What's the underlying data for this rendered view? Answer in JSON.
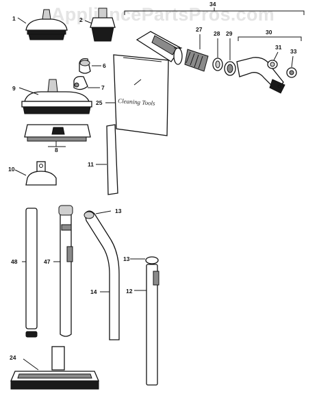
{
  "watermark": "AppliancePartsPros.com",
  "bag_text": "Cleaning Tools",
  "labels": {
    "p1": "1",
    "p2": "2",
    "p6": "6",
    "p7": "7",
    "p8": "8",
    "p9": "9",
    "p10": "10",
    "p11": "11",
    "p12": "12",
    "p13a": "13",
    "p13b": "13",
    "p14": "14",
    "p24": "24",
    "p25": "25",
    "p27": "27",
    "p28": "28",
    "p29": "29",
    "p30": "30",
    "p31": "31",
    "p33": "33",
    "p34": "34",
    "p47": "47",
    "p48": "48"
  }
}
